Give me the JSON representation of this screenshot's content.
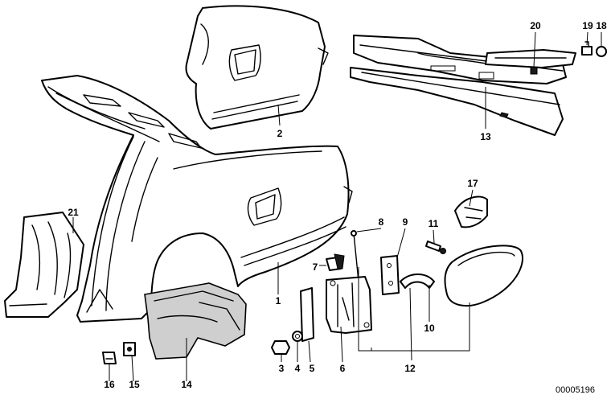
{
  "diagram": {
    "callouts": [
      "1",
      "2",
      "3",
      "4",
      "5",
      "6",
      "7",
      "8",
      "9",
      "10",
      "11",
      "12",
      "13",
      "14",
      "15",
      "16",
      "17",
      "18",
      "19",
      "20",
      "21"
    ],
    "drawing_number": "00005196"
  }
}
